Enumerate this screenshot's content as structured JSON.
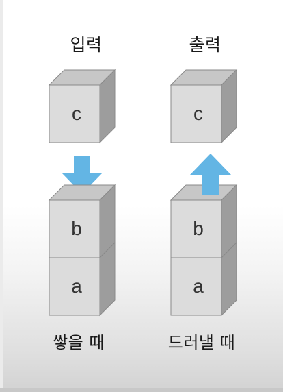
{
  "left_panel": {
    "title": "입력",
    "caption": "쌓을 때",
    "arrow": "down-arrow",
    "top_cube": "c",
    "stack": [
      "b",
      "a"
    ]
  },
  "right_panel": {
    "title": "출력",
    "caption": "드러낼 때",
    "arrow": "up-arrow",
    "top_cube": "c",
    "stack": [
      "b",
      "a"
    ]
  },
  "colors": {
    "cube_front": "#dcdcdc",
    "cube_top": "#c7c7c7",
    "cube_side": "#9d9d9d",
    "arrow": "#63b5e4"
  }
}
